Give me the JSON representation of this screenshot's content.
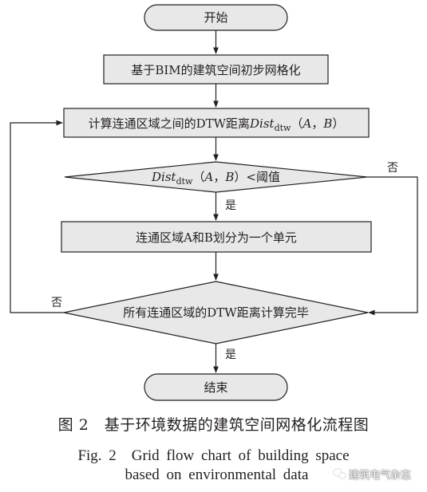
{
  "flowchart": {
    "start": "开始",
    "step1": "基于BIM的建筑空间初步网格化",
    "step2_prefix": "计算连通区域之间的DTW距离",
    "dist_word": "Dist",
    "dist_sub": "dtw",
    "args_open": "（",
    "arg_a": "A",
    "arg_sep": "，",
    "arg_b": "B",
    "args_close": "）",
    "decision1_suffix": "<阈值",
    "decision1_no": "否",
    "decision1_yes": "是",
    "step3": "连通区域A和B划分为一个单元",
    "decision2": "所有连通区域的DTW距离计算完毕",
    "decision2_no": "否",
    "decision2_yes": "是",
    "end": "结束"
  },
  "caption": {
    "zh": "图 2　基于环境数据的建筑空间网格化流程图",
    "en_line1": "Fig. 2　Grid flow chart of building space",
    "en_line2": "based on environmental data"
  },
  "watermark": {
    "text": "建筑电气杂志",
    "icon": "wechat-icon"
  }
}
